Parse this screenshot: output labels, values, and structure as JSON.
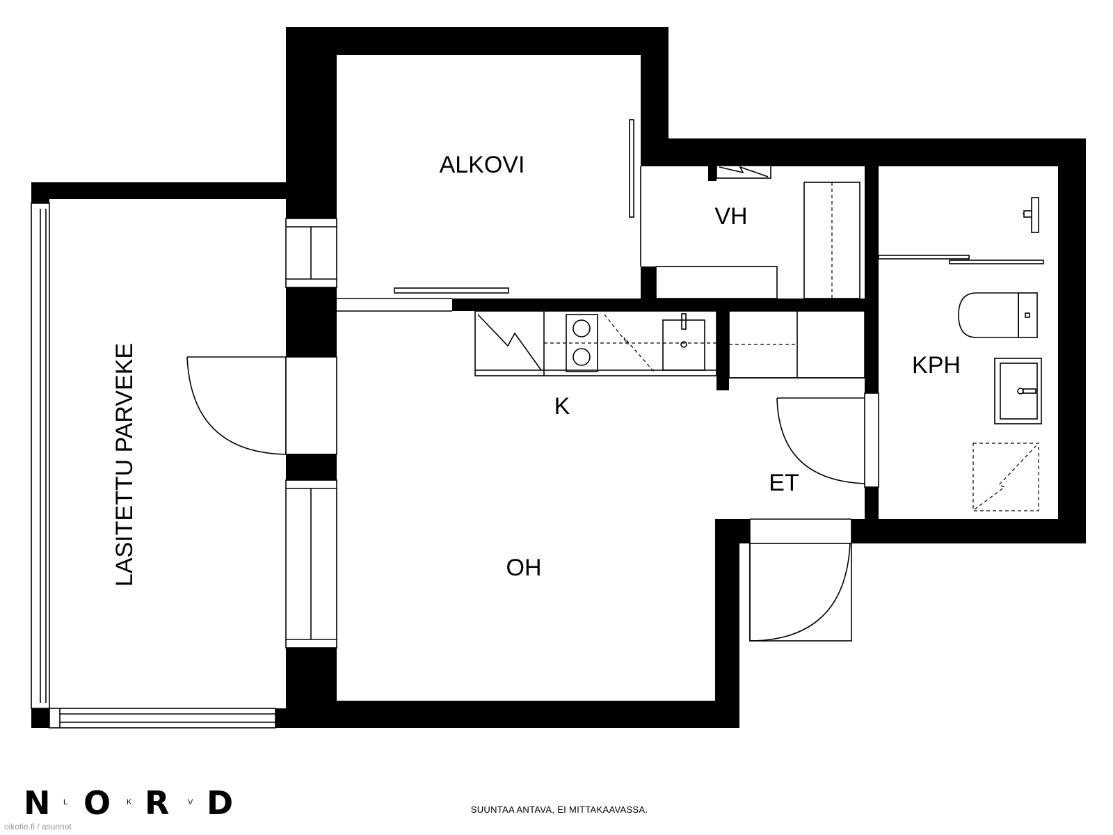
{
  "rooms": {
    "alkovi": "ALKOVI",
    "vh": "VH",
    "kph": "KPH",
    "k": "K",
    "et": "ET",
    "oh": "OH",
    "balcony": "LASITETTU PARVEKE"
  },
  "footer": {
    "logo_letters": [
      "N",
      "L",
      "O",
      "K",
      "R",
      "V",
      "D"
    ],
    "disclaimer": "SUUNTAA ANTAVA, EI MITTAKAAVASSA.",
    "watermark": "oikotie.fi / asunnot"
  },
  "colors": {
    "wall": "#000000",
    "background": "#ffffff",
    "watermark": "#9a9a9a"
  }
}
